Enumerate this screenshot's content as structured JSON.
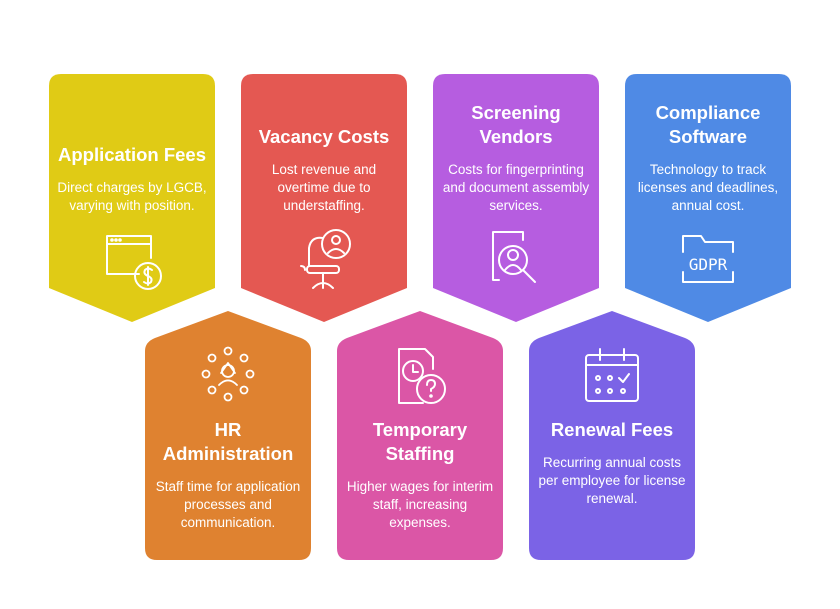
{
  "cards": [
    {
      "title": "Application Fees",
      "desc": "Direct charges by LGCB, varying with position.",
      "icon": "browser-dollar-icon",
      "color": "#E0CB15"
    },
    {
      "title": "Vacancy Costs",
      "desc": "Lost revenue and overtime due to understaffing.",
      "icon": "empty-chair-user-icon",
      "color": "#E45852"
    },
    {
      "title": "Screening Vendors",
      "desc": "Costs for fingerprinting and document assembly services.",
      "icon": "document-person-search-icon",
      "color": "#B65DE0"
    },
    {
      "title": "Compliance Software",
      "desc": "Technology to track licenses and deadlines, annual cost.",
      "icon": "gdpr-folder-icon",
      "color": "#4F8AE5"
    },
    {
      "title": "HR Administration",
      "desc": "Staff time for application processes and communication.",
      "icon": "user-network-icon",
      "color": "#DF8230"
    },
    {
      "title": "Temporary Staffing",
      "desc": "Higher wages for interim staff, increasing expenses.",
      "icon": "document-clock-question-icon",
      "color": "#DB56A6"
    },
    {
      "title": "Renewal Fees",
      "desc": "Recurring annual costs per employee for license renewal.",
      "icon": "calendar-check-icon",
      "color": "#7B63E6"
    }
  ],
  "gdpr_label": "GDPR"
}
